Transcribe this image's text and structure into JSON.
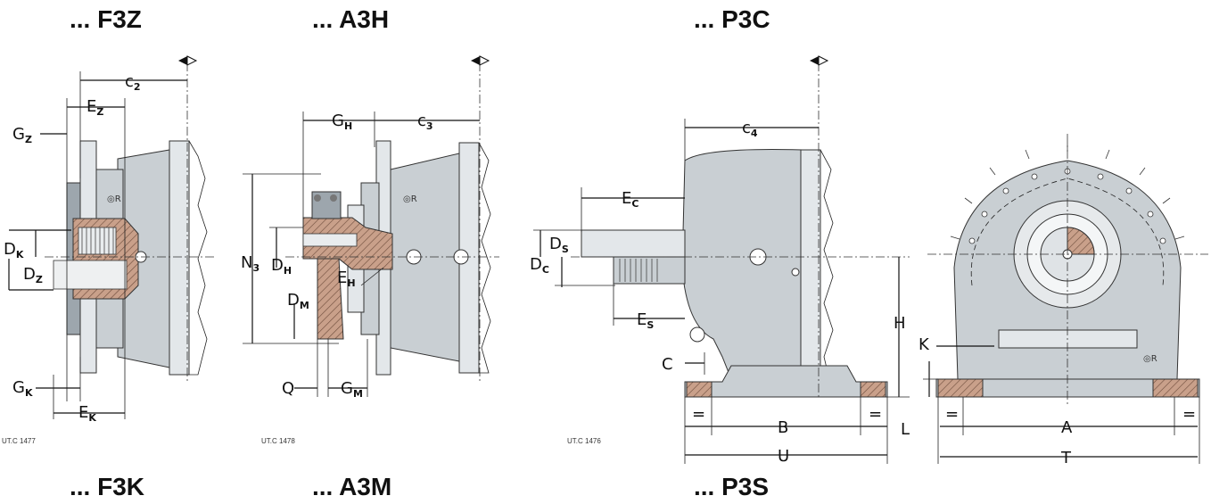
{
  "titles": {
    "top_1": "... F3Z",
    "top_2": "... A3H",
    "top_3": "... P3C",
    "bottom_1": "... F3K",
    "bottom_2": "... A3M",
    "bottom_3": "... P3S"
  },
  "refs": {
    "fig1": "UT.C 1477",
    "fig2": "UT.C 1478",
    "fig3": "UT.C 1476"
  },
  "dims": {
    "c2": "c",
    "c2_sub": "2",
    "ez": "E",
    "ez_sub": "Z",
    "gz": "G",
    "gz_sub": "Z",
    "dk": "D",
    "dk_sub": "K",
    "dz": "D",
    "dz_sub": "Z",
    "gk": "G",
    "gk_sub": "K",
    "ek": "E",
    "ek_sub": "K",
    "gh": "G",
    "gh_sub": "H",
    "c3": "c",
    "c3_sub": "3",
    "n3": "N",
    "n3_sub": "3",
    "dh": "D",
    "dh_sub": "H",
    "eh": "E",
    "eh_sub": "H",
    "dm": "D",
    "dm_sub": "M",
    "q": "Q",
    "gm": "G",
    "gm_sub": "M",
    "c4": "c",
    "c4_sub": "4",
    "ec": "E",
    "ec_sub": "C",
    "ds": "D",
    "ds_sub": "S",
    "dc": "D",
    "dc_sub": "C",
    "es": "E",
    "es_sub": "S",
    "c": "C",
    "h": "H",
    "k": "K",
    "l": "L",
    "b": "B",
    "u": "U",
    "a": "A",
    "t": "T",
    "eq": "="
  }
}
